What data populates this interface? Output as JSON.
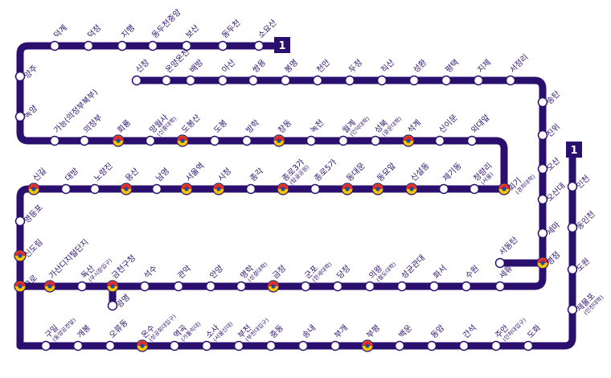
{
  "line_badge": "1",
  "colors": {
    "line": "#2a0f6e",
    "station_fill": "#ffffff",
    "transfer_red": "#e8272a",
    "transfer_yellow": "#f6c400",
    "transfer_blue": "#1a4fa0"
  },
  "stations": [
    {
      "id": "soyosan",
      "name": "소요산",
      "sub": ""
    },
    {
      "id": "dongducheon",
      "name": "동두천",
      "sub": ""
    },
    {
      "id": "bosan",
      "name": "보산",
      "sub": ""
    },
    {
      "id": "dongducheon-jungang",
      "name": "동두천중앙",
      "sub": ""
    },
    {
      "id": "jihaeng",
      "name": "지행",
      "sub": ""
    },
    {
      "id": "deokjeong",
      "name": "덕정",
      "sub": ""
    },
    {
      "id": "deokgye",
      "name": "덕계",
      "sub": ""
    },
    {
      "id": "yangju",
      "name": "양주",
      "sub": ""
    },
    {
      "id": "nogyang",
      "name": "녹양",
      "sub": ""
    },
    {
      "id": "ganeung",
      "name": "가능(의정부북부)",
      "sub": ""
    },
    {
      "id": "uijeongbu",
      "name": "의정부",
      "sub": ""
    },
    {
      "id": "hoeryong",
      "name": "회룡",
      "sub": ""
    },
    {
      "id": "mangwolsa",
      "name": "망월사",
      "sub": "(신흥대학)"
    },
    {
      "id": "dobongsan",
      "name": "도봉산",
      "sub": ""
    },
    {
      "id": "dobong",
      "name": "도봉",
      "sub": ""
    },
    {
      "id": "banghak",
      "name": "방학",
      "sub": ""
    },
    {
      "id": "changdong",
      "name": "창동",
      "sub": ""
    },
    {
      "id": "nokcheon",
      "name": "녹천",
      "sub": ""
    },
    {
      "id": "wolgye",
      "name": "월계",
      "sub": "(인덕대학)"
    },
    {
      "id": "seongbuk",
      "name": "성북",
      "sub": "(광운대학)"
    },
    {
      "id": "seokgye",
      "name": "석계",
      "sub": ""
    },
    {
      "id": "sinimun",
      "name": "신이문",
      "sub": ""
    },
    {
      "id": "oedaeap",
      "name": "외대앞",
      "sub": ""
    },
    {
      "id": "hoegi",
      "name": "회기",
      "sub": "(경희대학)"
    },
    {
      "id": "cheongnyangni",
      "name": "청량리",
      "sub": "(서울)"
    },
    {
      "id": "jegidong",
      "name": "제기동",
      "sub": ""
    },
    {
      "id": "sinseoldong",
      "name": "신설동",
      "sub": ""
    },
    {
      "id": "dongmyo",
      "name": "동묘앞",
      "sub": ""
    },
    {
      "id": "dongdaemun",
      "name": "동대문",
      "sub": ""
    },
    {
      "id": "jongno5",
      "name": "종로5가",
      "sub": ""
    },
    {
      "id": "jongno3",
      "name": "종로3가",
      "sub": "(탑골공원)"
    },
    {
      "id": "jonggak",
      "name": "종각",
      "sub": ""
    },
    {
      "id": "cityhall",
      "name": "시청",
      "sub": ""
    },
    {
      "id": "seoulstn",
      "name": "서울역",
      "sub": ""
    },
    {
      "id": "namyeong",
      "name": "남영",
      "sub": ""
    },
    {
      "id": "yongsan",
      "name": "용산",
      "sub": ""
    },
    {
      "id": "noryangjin",
      "name": "노량진",
      "sub": ""
    },
    {
      "id": "daebang",
      "name": "대방",
      "sub": ""
    },
    {
      "id": "singil",
      "name": "신길",
      "sub": ""
    },
    {
      "id": "yeongdeungpo",
      "name": "영등포",
      "sub": ""
    },
    {
      "id": "sindorim",
      "name": "신도림",
      "sub": ""
    },
    {
      "id": "guro",
      "name": "구로",
      "sub": ""
    },
    {
      "id": "gasan",
      "name": "가산디지털단지",
      "sub": ""
    },
    {
      "id": "doksan",
      "name": "독산",
      "sub": "(우시장입구)"
    },
    {
      "id": "geumcheon",
      "name": "금천구청",
      "sub": ""
    },
    {
      "id": "gwangmyeong",
      "name": "광명",
      "sub": ""
    },
    {
      "id": "seoksu",
      "name": "석수",
      "sub": ""
    },
    {
      "id": "gwanak",
      "name": "관악",
      "sub": ""
    },
    {
      "id": "anyang",
      "name": "안양",
      "sub": ""
    },
    {
      "id": "myeonghak",
      "name": "명학",
      "sub": "(성결대학)"
    },
    {
      "id": "geumjeong",
      "name": "금정",
      "sub": ""
    },
    {
      "id": "gunpo",
      "name": "군포",
      "sub": "(한세대학)"
    },
    {
      "id": "dangjeong",
      "name": "당정",
      "sub": ""
    },
    {
      "id": "uiwang",
      "name": "의왕",
      "sub": "(철도대학)"
    },
    {
      "id": "sungkyunkwan",
      "name": "성균관대",
      "sub": ""
    },
    {
      "id": "hwaseo",
      "name": "화서",
      "sub": ""
    },
    {
      "id": "suwon",
      "name": "수원",
      "sub": ""
    },
    {
      "id": "seryu",
      "name": "세류",
      "sub": ""
    },
    {
      "id": "byeongjeom",
      "name": "병점",
      "sub": ""
    },
    {
      "id": "seodongtan",
      "name": "서동탄",
      "sub": ""
    },
    {
      "id": "sema",
      "name": "세마",
      "sub": ""
    },
    {
      "id": "osandae",
      "name": "오산대",
      "sub": ""
    },
    {
      "id": "osan",
      "name": "오산",
      "sub": ""
    },
    {
      "id": "jinwi",
      "name": "진위",
      "sub": ""
    },
    {
      "id": "songtan",
      "name": "송탄",
      "sub": ""
    },
    {
      "id": "seojeongni",
      "name": "서정리",
      "sub": ""
    },
    {
      "id": "jije",
      "name": "지제",
      "sub": ""
    },
    {
      "id": "pyeongtaek",
      "name": "평택",
      "sub": ""
    },
    {
      "id": "seonghwan",
      "name": "성환",
      "sub": ""
    },
    {
      "id": "jiksan",
      "name": "직산",
      "sub": ""
    },
    {
      "id": "dujeong",
      "name": "두정",
      "sub": ""
    },
    {
      "id": "cheonan",
      "name": "천안",
      "sub": ""
    },
    {
      "id": "bongmyeong",
      "name": "봉명",
      "sub": ""
    },
    {
      "id": "ssangyong",
      "name": "쌍용",
      "sub": ""
    },
    {
      "id": "asan",
      "name": "아산",
      "sub": ""
    },
    {
      "id": "baebang",
      "name": "배방",
      "sub": ""
    },
    {
      "id": "onyang",
      "name": "온양온천",
      "sub": ""
    },
    {
      "id": "sinchang",
      "name": "신창",
      "sub": ""
    },
    {
      "id": "guil",
      "name": "구일",
      "sub": "(동양공전앞)"
    },
    {
      "id": "gaebong",
      "name": "개봉",
      "sub": ""
    },
    {
      "id": "oryudong",
      "name": "오류동",
      "sub": ""
    },
    {
      "id": "onsu",
      "name": "온수",
      "sub": "(성공회대입구)"
    },
    {
      "id": "yeokgok",
      "name": "역곡",
      "sub": "(가톨릭대)"
    },
    {
      "id": "sosa",
      "name": "소사",
      "sub": "(서울신대)"
    },
    {
      "id": "bucheon",
      "name": "부천",
      "sub": "(부천대입구)"
    },
    {
      "id": "jungdong",
      "name": "중동",
      "sub": ""
    },
    {
      "id": "songnae",
      "name": "송내",
      "sub": ""
    },
    {
      "id": "bugae",
      "name": "부개",
      "sub": ""
    },
    {
      "id": "bupyeong",
      "name": "부평",
      "sub": ""
    },
    {
      "id": "baegun",
      "name": "백운",
      "sub": ""
    },
    {
      "id": "dongam",
      "name": "동암",
      "sub": ""
    },
    {
      "id": "ganseok",
      "name": "간석",
      "sub": ""
    },
    {
      "id": "juan",
      "name": "주안",
      "sub": "(인하대입구)"
    },
    {
      "id": "dohwa",
      "name": "도화",
      "sub": ""
    },
    {
      "id": "jemulpo",
      "name": "제물포",
      "sub": "(인천대학)"
    },
    {
      "id": "dowon",
      "name": "도원",
      "sub": ""
    },
    {
      "id": "dongincheon",
      "name": "동인천",
      "sub": ""
    },
    {
      "id": "incheon",
      "name": "인천",
      "sub": ""
    }
  ]
}
